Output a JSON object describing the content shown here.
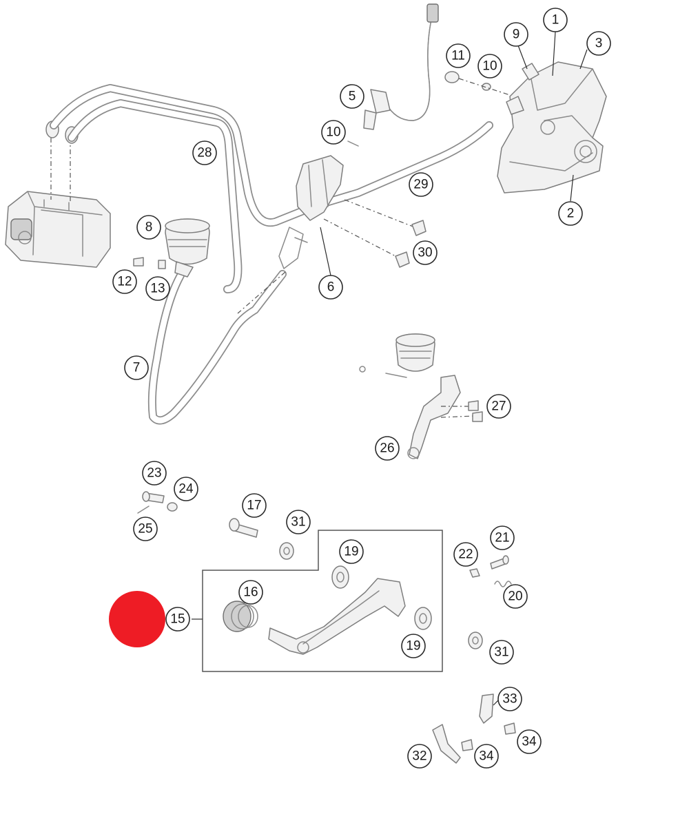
{
  "callouts": [
    {
      "id": "c1",
      "label": "1"
    },
    {
      "id": "c2",
      "label": "2"
    },
    {
      "id": "c3",
      "label": "3"
    },
    {
      "id": "c5",
      "label": "5"
    },
    {
      "id": "c6",
      "label": "6"
    },
    {
      "id": "c7",
      "label": "7"
    },
    {
      "id": "c8",
      "label": "8"
    },
    {
      "id": "c9",
      "label": "9"
    },
    {
      "id": "c10a",
      "label": "10"
    },
    {
      "id": "c10b",
      "label": "10"
    },
    {
      "id": "c11",
      "label": "11"
    },
    {
      "id": "c12",
      "label": "12"
    },
    {
      "id": "c13",
      "label": "13"
    },
    {
      "id": "c15",
      "label": "15"
    },
    {
      "id": "c16",
      "label": "16"
    },
    {
      "id": "c17",
      "label": "17"
    },
    {
      "id": "c19a",
      "label": "19"
    },
    {
      "id": "c19b",
      "label": "19"
    },
    {
      "id": "c20",
      "label": "20"
    },
    {
      "id": "c21",
      "label": "21"
    },
    {
      "id": "c22",
      "label": "22"
    },
    {
      "id": "c23",
      "label": "23"
    },
    {
      "id": "c24",
      "label": "24"
    },
    {
      "id": "c25",
      "label": "25"
    },
    {
      "id": "c26",
      "label": "26"
    },
    {
      "id": "c27",
      "label": "27"
    },
    {
      "id": "c28",
      "label": "28"
    },
    {
      "id": "c29",
      "label": "29"
    },
    {
      "id": "c30",
      "label": "30"
    },
    {
      "id": "c31a",
      "label": "31"
    },
    {
      "id": "c31b",
      "label": "31"
    },
    {
      "id": "c32",
      "label": "32"
    },
    {
      "id": "c33",
      "label": "33"
    },
    {
      "id": "c34a",
      "label": "34"
    },
    {
      "id": "c34b",
      "label": "34"
    }
  ],
  "colors": {
    "highlight_marker": "#ee1c25"
  }
}
